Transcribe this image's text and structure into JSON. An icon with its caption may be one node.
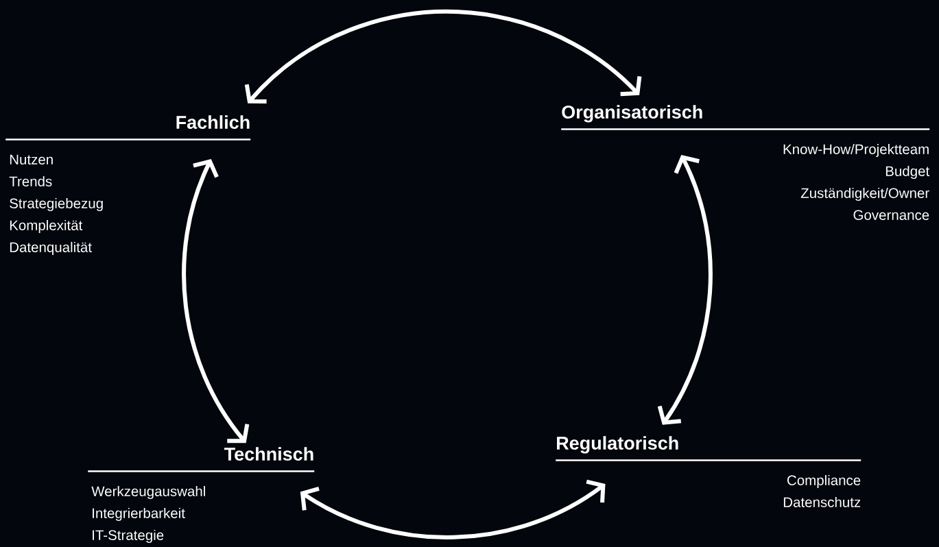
{
  "diagram": {
    "nodes": [
      {
        "text": [
          "Fachlich",
          "Nutzen",
          "Trends",
          "Strategiebezug",
          "Komplexität",
          "Datenqualität"
        ]
      },
      {
        "text": [
          "Organisatorisch",
          "Know-How/Projektteam",
          "Budget",
          "Zuständigkeit/Owner",
          "Governance"
        ]
      },
      {
        "text": [
          "Technisch",
          "Werkzeugauswahl",
          "Integrierbarkeit",
          "IT-Strategie"
        ]
      },
      {
        "text": [
          "Regulatorisch",
          "Compliance",
          "Datenschutz"
        ]
      }
    ],
    "edges": [
      {
        "from": 0,
        "to": 1,
        "arrow": "both"
      },
      {
        "from": 1,
        "to": 3,
        "arrow": "both"
      },
      {
        "from": 3,
        "to": 2,
        "arrow": "both"
      },
      {
        "from": 2,
        "to": 0,
        "arrow": "both"
      }
    ]
  }
}
